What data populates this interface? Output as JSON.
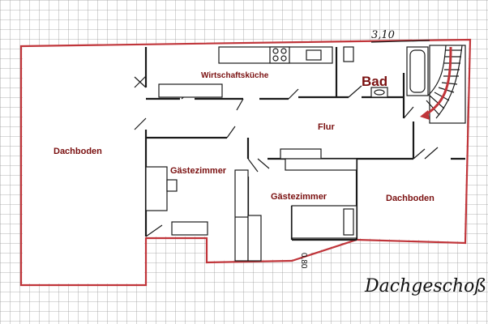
{
  "floor_label": "Dachgeschoß",
  "dimension_top": "3,10",
  "dimension_side": "0,80",
  "rooms": {
    "dachboden_left": "Dachboden",
    "wirtschaftskueche": "Wirtschaftsküche",
    "bad": "Bad",
    "flur": "Flur",
    "gaestezimmer_1": "Gästezimmer",
    "gaestezimmer_2": "Gästezimmer",
    "dachboden_right": "Dachboden"
  },
  "colors": {
    "outline": "#c0353a",
    "label": "#7a1010",
    "grid": "#9a9a9a",
    "stair_arrow": "#c0353a"
  },
  "icons": [
    "stove-icon",
    "sink-icon",
    "bathtub-icon",
    "washbasin-icon",
    "staircase-icon",
    "stair-direction-arrow-icon"
  ]
}
